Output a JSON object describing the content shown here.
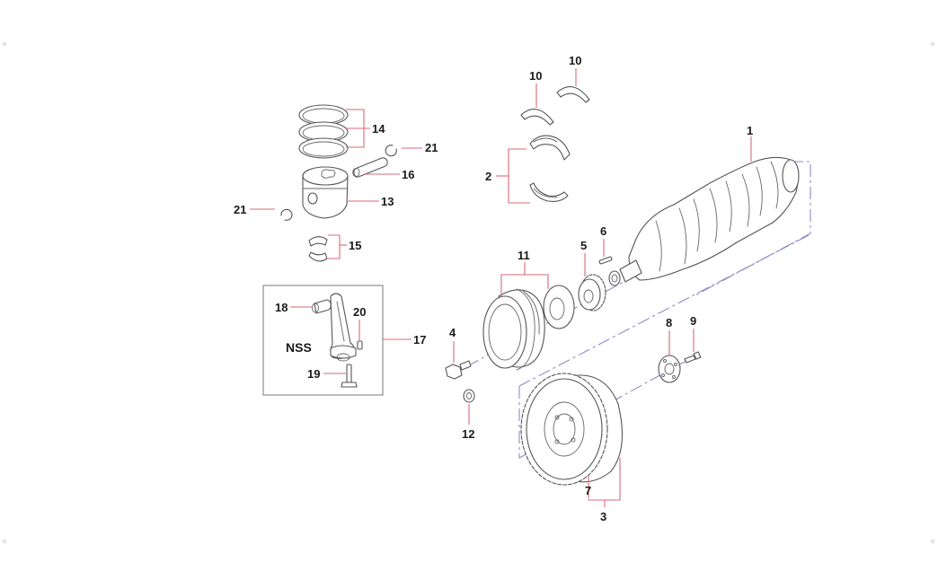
{
  "diagram": {
    "title": "Crankshaft, Piston & Flywheel exploded view",
    "colors": {
      "leader": "#d9687a",
      "axis": "#8a8cc8",
      "outline": "#555555",
      "label": "#1a1a1a"
    },
    "callouts": {
      "c1": "1",
      "c2": "2",
      "c3": "3",
      "c4": "4",
      "c5": "5",
      "c6": "6",
      "c7": "7",
      "c8": "8",
      "c9": "9",
      "c10a": "10",
      "c10b": "10",
      "c11": "11",
      "c12": "12",
      "c13": "13",
      "c14": "14",
      "c15": "15",
      "c16": "16",
      "c17": "17",
      "c18": "18",
      "c19": "19",
      "c20": "20",
      "c21a": "21",
      "c21b": "21"
    },
    "conrod_box_note": "NSS",
    "parts": [
      {
        "ref": "1",
        "name": "crankshaft"
      },
      {
        "ref": "2",
        "name": "main bearing shells"
      },
      {
        "ref": "3",
        "name": "flywheel assembly"
      },
      {
        "ref": "4",
        "name": "pulley bolt"
      },
      {
        "ref": "5",
        "name": "crankshaft gear"
      },
      {
        "ref": "6",
        "name": "woodruff key"
      },
      {
        "ref": "7",
        "name": "ring gear"
      },
      {
        "ref": "8",
        "name": "flywheel plate"
      },
      {
        "ref": "9",
        "name": "flywheel bolt"
      },
      {
        "ref": "10",
        "name": "thrust washer"
      },
      {
        "ref": "11",
        "name": "crankshaft pulley & washer"
      },
      {
        "ref": "12",
        "name": "washer"
      },
      {
        "ref": "13",
        "name": "piston"
      },
      {
        "ref": "14",
        "name": "piston rings"
      },
      {
        "ref": "15",
        "name": "connecting rod bearing shells"
      },
      {
        "ref": "16",
        "name": "piston pin"
      },
      {
        "ref": "17",
        "name": "connecting rod assembly"
      },
      {
        "ref": "18",
        "name": "small end bushing"
      },
      {
        "ref": "19",
        "name": "connecting rod bolt"
      },
      {
        "ref": "20",
        "name": "dowel pin"
      },
      {
        "ref": "21",
        "name": "snap ring"
      }
    ]
  }
}
